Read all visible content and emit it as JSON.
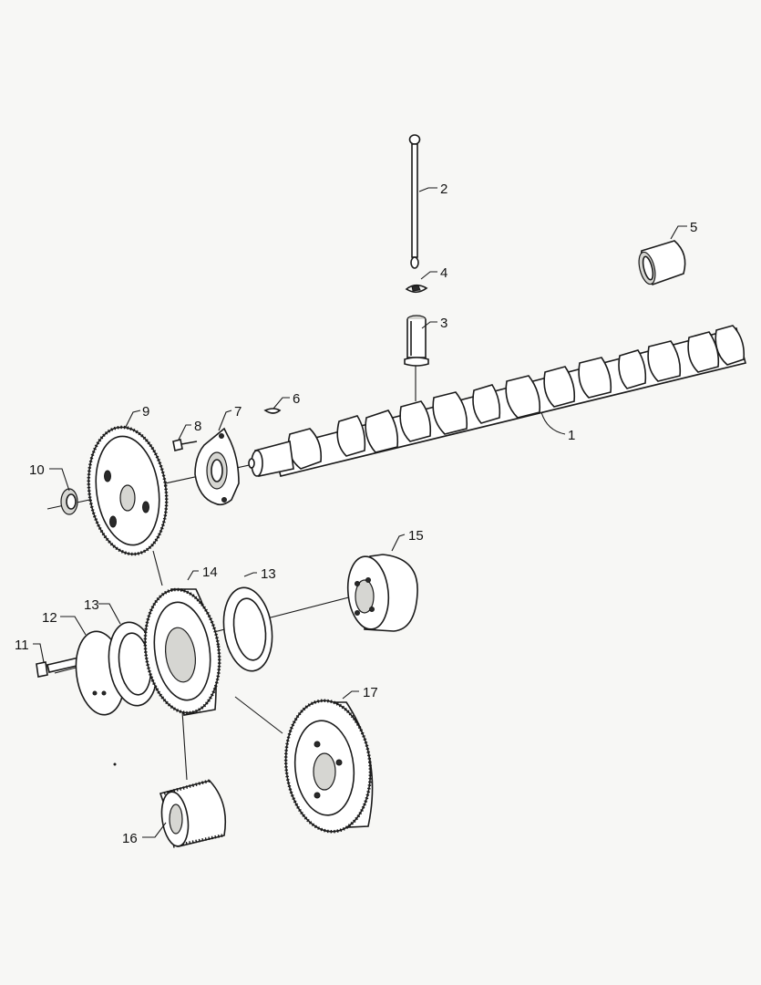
{
  "callouts": [
    {
      "id": "1",
      "label": "1"
    },
    {
      "id": "2",
      "label": "2"
    },
    {
      "id": "3",
      "label": "3"
    },
    {
      "id": "4",
      "label": "4"
    },
    {
      "id": "5",
      "label": "5"
    },
    {
      "id": "6",
      "label": "6"
    },
    {
      "id": "7",
      "label": "7"
    },
    {
      "id": "8",
      "label": "8"
    },
    {
      "id": "9",
      "label": "9"
    },
    {
      "id": "10",
      "label": "10"
    },
    {
      "id": "11",
      "label": "11"
    },
    {
      "id": "12",
      "label": "12"
    },
    {
      "id": "13a",
      "label": "13"
    },
    {
      "id": "13b",
      "label": "13"
    },
    {
      "id": "14",
      "label": "14"
    },
    {
      "id": "15",
      "label": "15"
    },
    {
      "id": "16",
      "label": "16"
    },
    {
      "id": "17",
      "label": "17"
    }
  ],
  "colors": {
    "ink": "#1a1a1a",
    "paper": "#f7f7f5"
  }
}
